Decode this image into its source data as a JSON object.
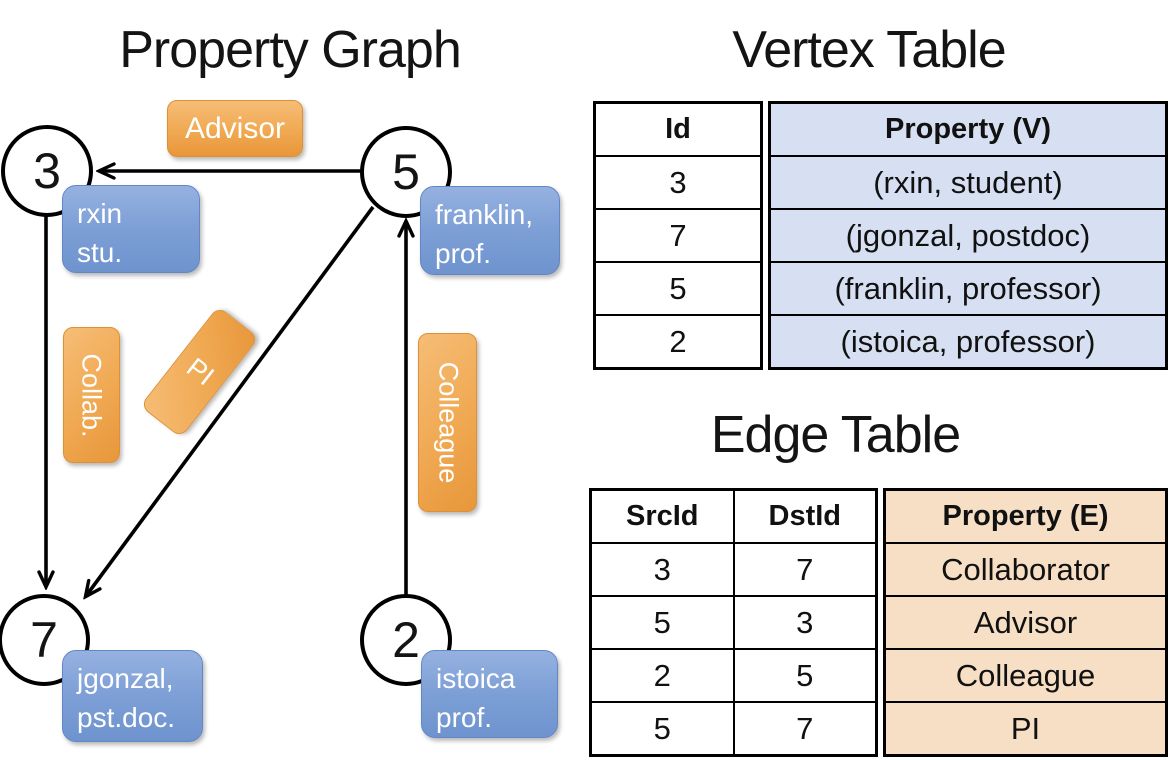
{
  "graph": {
    "title": "Property Graph",
    "nodes": [
      {
        "id": "3",
        "line1": "rxin",
        "line2": "stu."
      },
      {
        "id": "5",
        "line1": "franklin,",
        "line2": "prof."
      },
      {
        "id": "7",
        "line1": "jgonzal,",
        "line2": "pst.doc."
      },
      {
        "id": "2",
        "line1": "istoica",
        "line2": "prof."
      }
    ],
    "edges": [
      {
        "from": "5",
        "to": "3",
        "label": "Advisor"
      },
      {
        "from": "3",
        "to": "7",
        "label": "Collab."
      },
      {
        "from": "5",
        "to": "7",
        "label": "PI"
      },
      {
        "from": "2",
        "to": "5",
        "label": "Colleague"
      }
    ]
  },
  "vertex_table": {
    "title": "Vertex Table",
    "columns": {
      "id": "Id",
      "property": "Property (V)"
    },
    "rows": [
      {
        "id": "3",
        "property": "(rxin, student)"
      },
      {
        "id": "7",
        "property": "(jgonzal, postdoc)"
      },
      {
        "id": "5",
        "property": "(franklin, professor)"
      },
      {
        "id": "2",
        "property": "(istoica, professor)"
      }
    ]
  },
  "edge_table": {
    "title": "Edge Table",
    "columns": {
      "src": "SrcId",
      "dst": "DstId",
      "property": "Property (E)"
    },
    "rows": [
      {
        "src": "3",
        "dst": "7",
        "property": "Collaborator"
      },
      {
        "src": "5",
        "dst": "3",
        "property": "Advisor"
      },
      {
        "src": "2",
        "dst": "5",
        "property": "Colleague"
      },
      {
        "src": "5",
        "dst": "7",
        "property": "PI"
      }
    ]
  },
  "colors": {
    "edge_label_orange": "#f0a952",
    "vertex_box_blue": "#7d9fd6",
    "vertex_table_fill": "#d7e0f2",
    "edge_table_fill": "#f6dfc4",
    "line_black": "#000000"
  }
}
